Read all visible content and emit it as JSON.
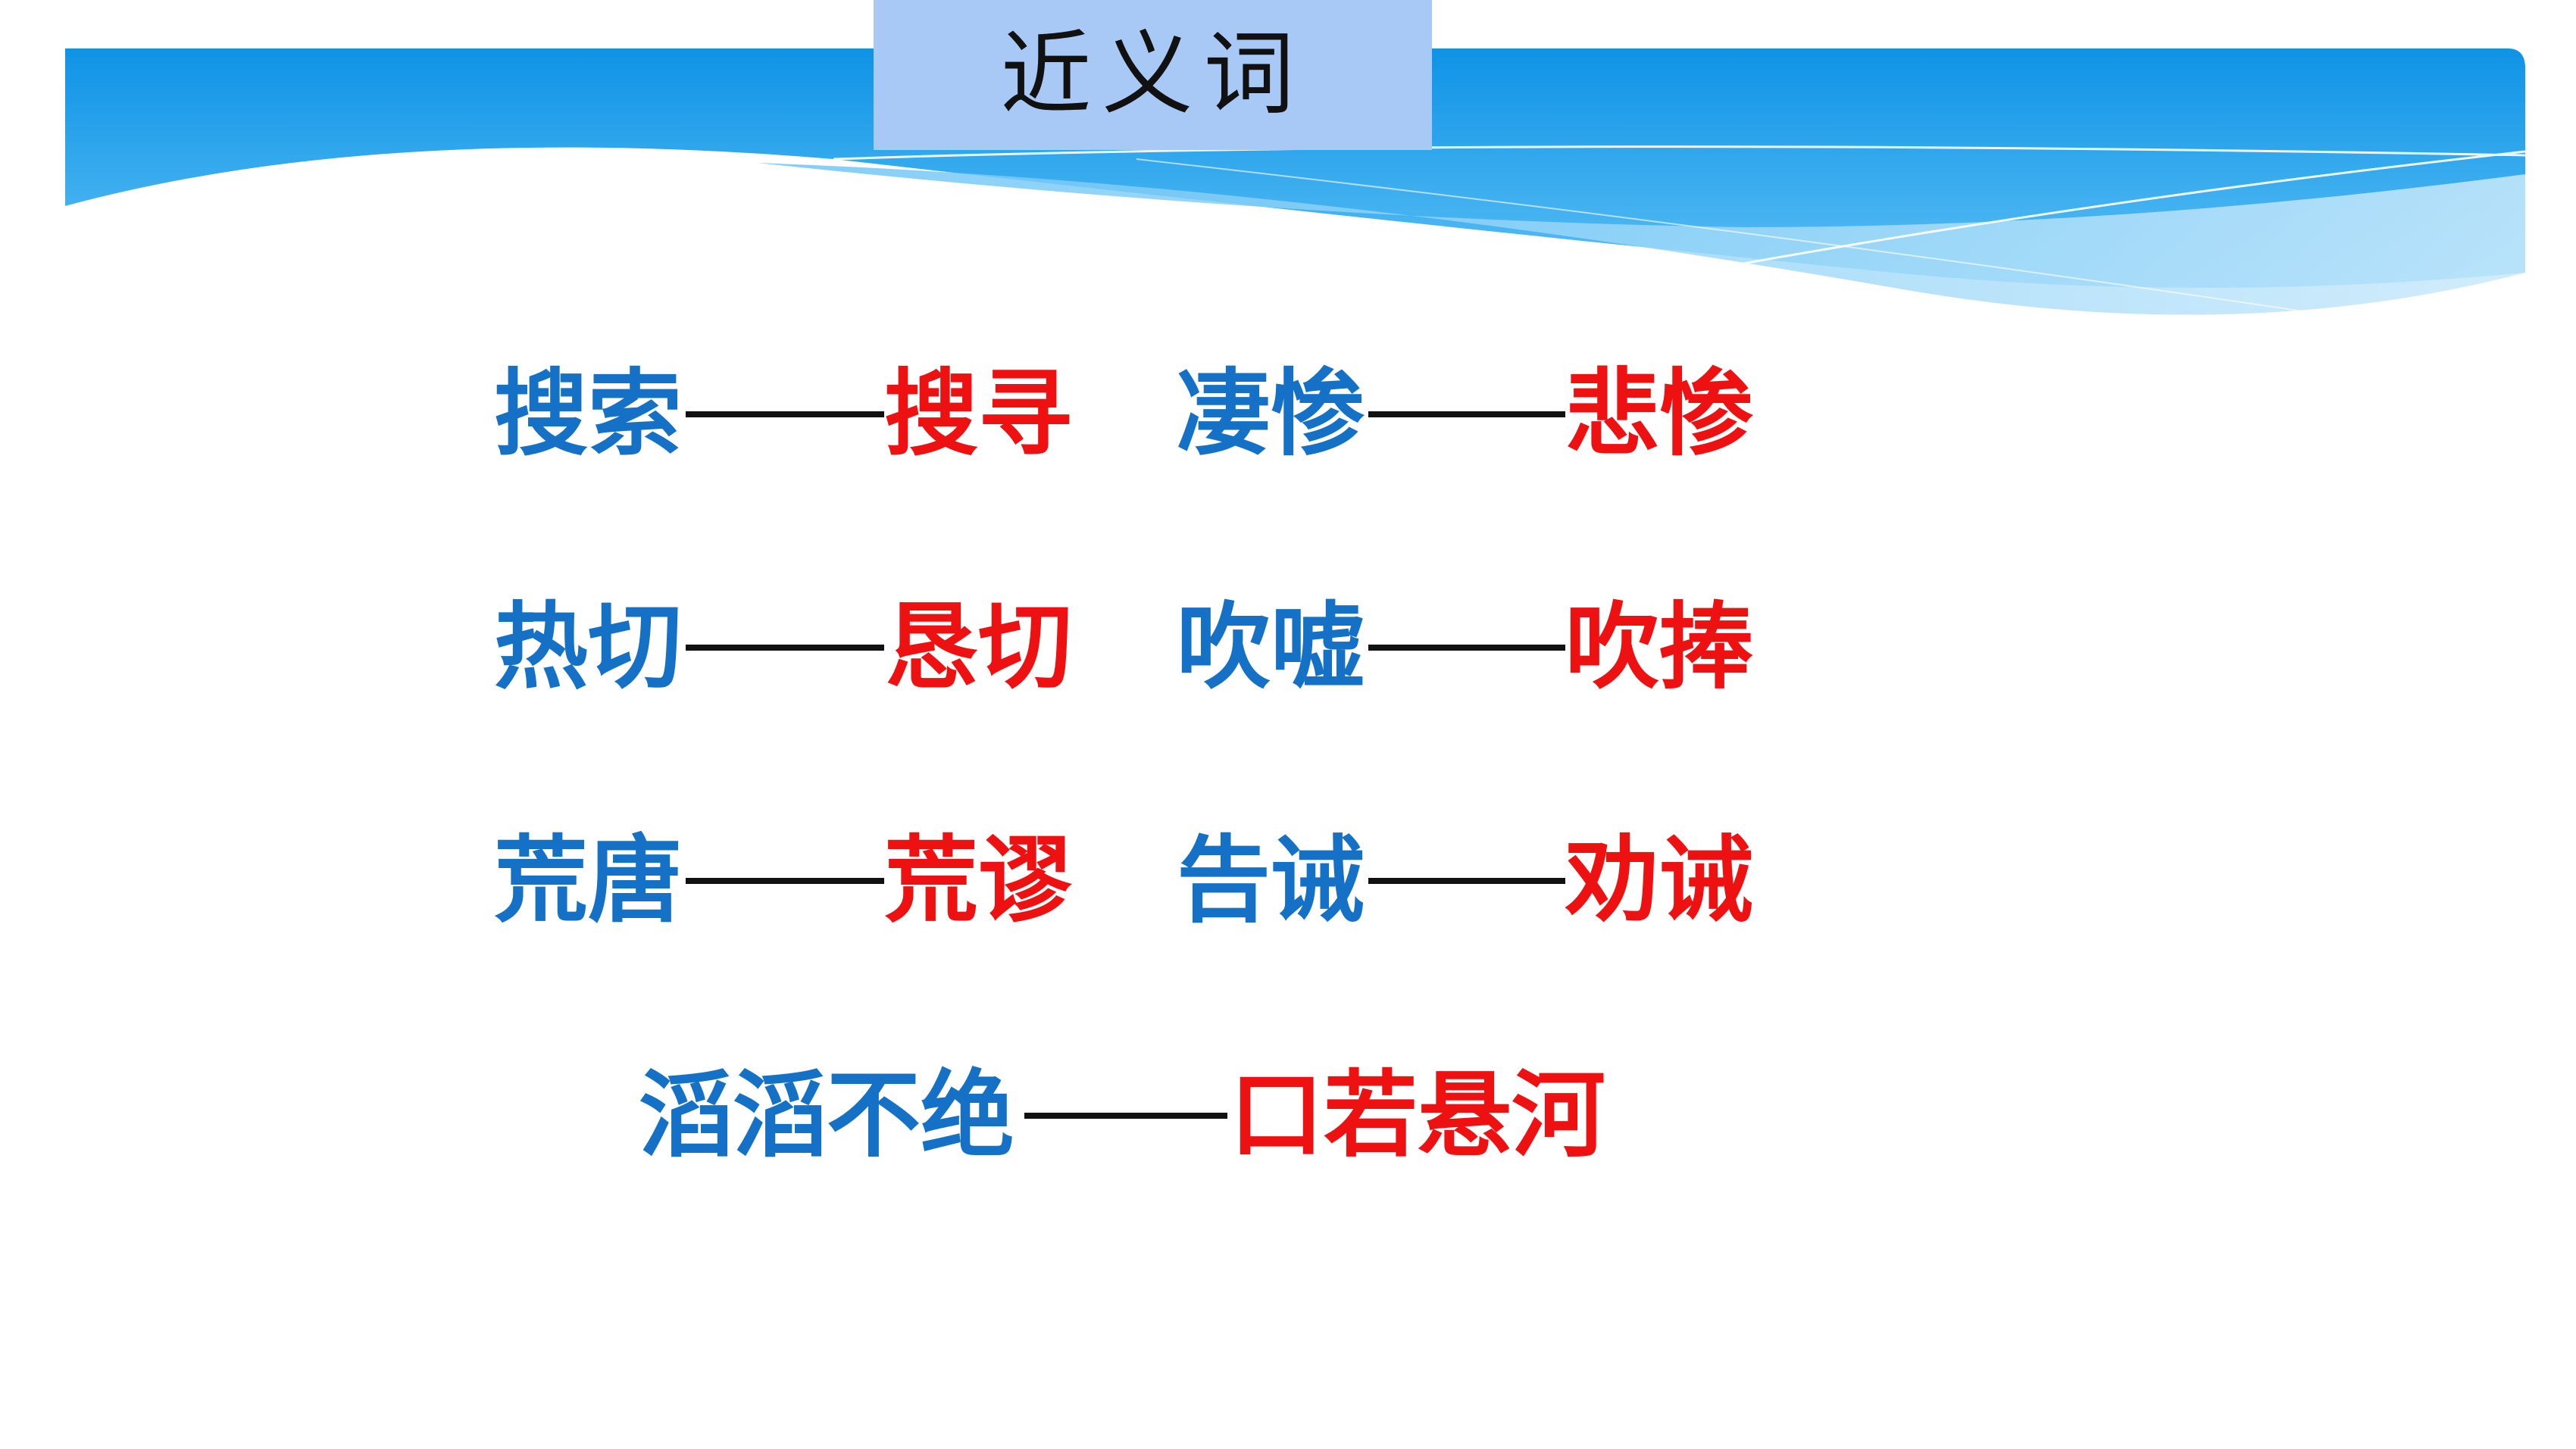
{
  "slide": {
    "title": "近义词",
    "colors": {
      "original_word": "#1571c5",
      "synonym_word": "#ee1111",
      "title_box": "#a8c8f5",
      "banner_blue": "#1a9be8"
    },
    "pairs": [
      {
        "word": "搜索",
        "synonym": "搜寻"
      },
      {
        "word": "凄惨",
        "synonym": "悲惨"
      },
      {
        "word": "热切",
        "synonym": "恳切"
      },
      {
        "word": "吹嘘",
        "synonym": "吹捧"
      },
      {
        "word": "荒唐",
        "synonym": "荒谬"
      },
      {
        "word": "告诫",
        "synonym": "劝诫"
      },
      {
        "word": "滔滔不绝",
        "synonym": "口若悬河"
      }
    ]
  }
}
